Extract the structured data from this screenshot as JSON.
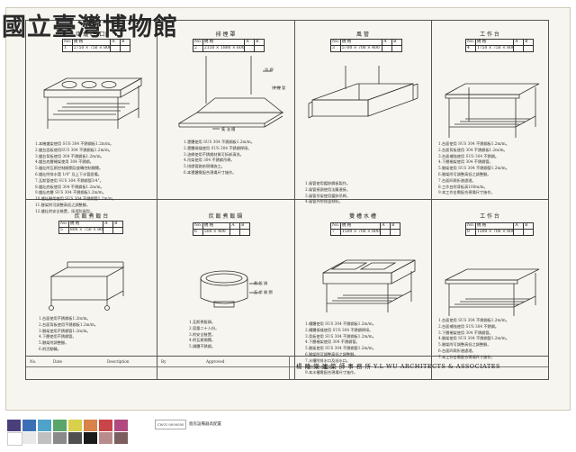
{
  "museum_mark": "國立臺灣博物館",
  "panels": [
    {
      "title": "煤 爐 (三 口)",
      "spec_header": [
        "No.",
        "規 格",
        "A",
        "B"
      ],
      "spec_row": [
        "1",
        "2750 × 750 × 800",
        "",
        ""
      ],
      "notes": [
        "1.本機爐架使用 SUS 304 不銹鋼板1.2m/m。",
        "2.爐台面板使用SUS 304 不銹鋼板1.2m/m。",
        "3.爐台背板使用 304 不銹鋼板1.2m/m。",
        "4.爐台底層柵架使用 304 不銹鋼。",
        "5.爐灶附瓦斯控制開關及旋轉控制開關。",
        "6.爐灶附排水管 1/4\" 及上下水管設備。",
        "7.瓦斯管使用 SUS 304 不銹鋼管3/4\"。",
        "8.爐灶底板使用 304 不銹鋼板1.2m/m。",
        "9.爐灶底層 SUS 304 不銹鋼板1.2m/m。",
        "10.爐灶腳架使用 SUS 304 不銹鋼管1.2m/m。",
        "11.腳架附可調整高低之調整腳。",
        "12.爐灶附安全裝置，採用防風型。"
      ]
    },
    {
      "title": "排 煙 罩",
      "spec_header": [
        "No.",
        "規 格",
        "A",
        "B"
      ],
      "spec_row": [
        "2",
        "2150 × 1800 × 600",
        "",
        ""
      ],
      "notes": [
        "1.罩體使用 SUS 304 不銹鋼板1.2m/m。",
        "2.罩體接縫使用 SUS 304 不銹鋼焊接。",
        "3.油網使用不銹鋼材質可拆卸清洗。",
        "4.吊架使用 304 不銹鋼吊桿。",
        "5.排煙管路依現場施工。",
        "6.本罩體需配合現場尺寸施作。"
      ],
      "callouts": [
        "吊 桿",
        "排 煙 管",
        "集 油 槽"
      ]
    },
    {
      "title": "風 管",
      "spec_header": [
        "No.",
        "規 格",
        "A",
        "B"
      ],
      "spec_row": [
        "3",
        "5700 × 700 × 400",
        "",
        ""
      ],
      "notes": [
        "1.風管使用鍍鋅鋼板製作。",
        "2.風管接頭使用法蘭連接。",
        "3.風管吊架使用鍍鋅吊桿。",
        "4.風管外附保溫材料。"
      ]
    },
    {
      "title": "工 作 台",
      "spec_header": [
        "No.",
        "規 格",
        "A",
        "B"
      ],
      "spec_row": [
        "4",
        "1750 × 750 × 800",
        "",
        ""
      ],
      "notes": [
        "1.台面使用 SUS 304 不銹鋼板1.2m/m。",
        "2.台面背板使用 304 不銹鋼板1.2m/m。",
        "3.台面補強使用 SUS 304 不銹鋼。",
        "4.下層柵架使用 304 不銹鋼管。",
        "5.腳架使用 SUS 304 不銹鋼管1.2m/m。",
        "6.腳架附可調整高低之調整腳。",
        "7.台面四周折邊處理。",
        "8.工作台附背板高100m/m。",
        "9.本工作台需配合現場尺寸施作。"
      ]
    },
    {
      "title": "炊 飯 煮 飯 台",
      "spec_header": [
        "No.",
        "規 格",
        "A",
        "B"
      ],
      "spec_row": [
        "5",
        "800 × 750 × 800",
        "",
        ""
      ],
      "notes": [
        "1.台面使用不銹鋼板1.2m/m。",
        "2.台面背板使用不銹鋼板1.2m/m。",
        "3.腳架使用不銹鋼管1.2m/m。",
        "4.下層使用不銹鋼管。",
        "5.腳架附調整腳。",
        "6.附活動輪。"
      ]
    },
    {
      "title": "炊 飯 煮 飯 鍋",
      "spec_header": [
        "No.",
        "規 格",
        "A",
        "B"
      ],
      "spec_row": [
        "6",
        "500 × 400",
        "",
        ""
      ],
      "notes": [
        "1.瓦斯煮飯鍋。",
        "2.容量二十人份。",
        "3.附安全裝置。",
        "4.附瓦斯開關。",
        "5.鍋體不銹鋼。"
      ],
      "callouts": [
        "煮 飯 鍋",
        "瓦 斯 開 關"
      ]
    },
    {
      "title": "雙 槽 水 槽",
      "spec_header": [
        "No.",
        "規 格",
        "A",
        "B"
      ],
      "spec_row": [
        "7",
        "1500 × 700 × 800",
        "",
        ""
      ],
      "notes": [
        "1.槽體使用 SUS 304 不銹鋼板1.2m/m。",
        "2.槽體接縫使用 SUS 304 不銹鋼焊接。",
        "3.背板使用 SUS 304 不銹鋼板1.2m/m。",
        "4.下層柵架使用 304 不銹鋼管。",
        "5.腳架使用 SUS 304 不銹鋼管1.2m/m。",
        "6.腳架附可調整高低之調整腳。",
        "7.水槽附排水口及溢水口。",
        "8.附冷熱水龍頭。",
        "9.本水槽需配合現場尺寸施作。"
      ]
    },
    {
      "title": "工 作 台",
      "spec_header": [
        "No.",
        "規 格",
        "A",
        "B"
      ],
      "spec_row": [
        "8",
        "1500 × 700 × 800",
        "",
        ""
      ],
      "notes": [
        "1.台面使用 SUS 304 不銹鋼板1.2m/m。",
        "2.台面補強使用 SUS 304 不銹鋼。",
        "3.下層柵架使用 304 不銹鋼管。",
        "4.腳架使用 SUS 304 不銹鋼管1.2m/m。",
        "5.腳架附可調整高低之調整腳。",
        "6.台面四周折邊處理。",
        "7.本工作台需配合現場尺寸施作。"
      ]
    }
  ],
  "title_block": {
    "firm": "楊 隆 棠 建 築 師 事 務 所   Y.L WU ARCHITECTS & ASSOCIATES",
    "fields": [
      "No.",
      "Date",
      "Description",
      "By",
      "Approved"
    ]
  },
  "archive": {
    "id_label": "CW01-0000000",
    "caption": "廚房設備器具配置"
  },
  "swatch_colors": [
    "#4a3f7a",
    "#3d6fb6",
    "#4fa3c9",
    "#5aa66a",
    "#d8d04a",
    "#d9824a",
    "#c9454a",
    "#b04a80",
    "#ffffff",
    "#e8e8e8",
    "#c0c0c0",
    "#8a8a8a",
    "#505050",
    "#1a1a1a",
    "#b88c8c",
    "#7c5e5e"
  ]
}
